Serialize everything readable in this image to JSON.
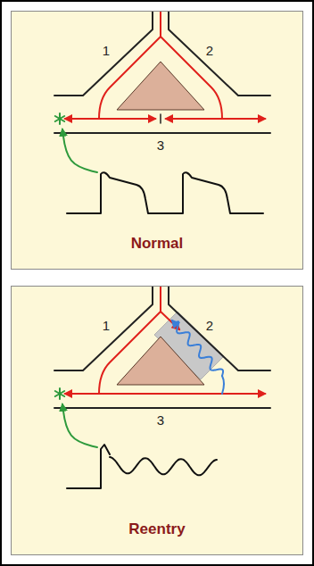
{
  "diagram": {
    "nodes": [
      {
        "text": [
          "Normal"
        ]
      },
      {
        "text": [
          "Reentry"
        ]
      }
    ],
    "labels": [
      "1",
      "2",
      "3",
      "1",
      "2",
      "3"
    ]
  }
}
